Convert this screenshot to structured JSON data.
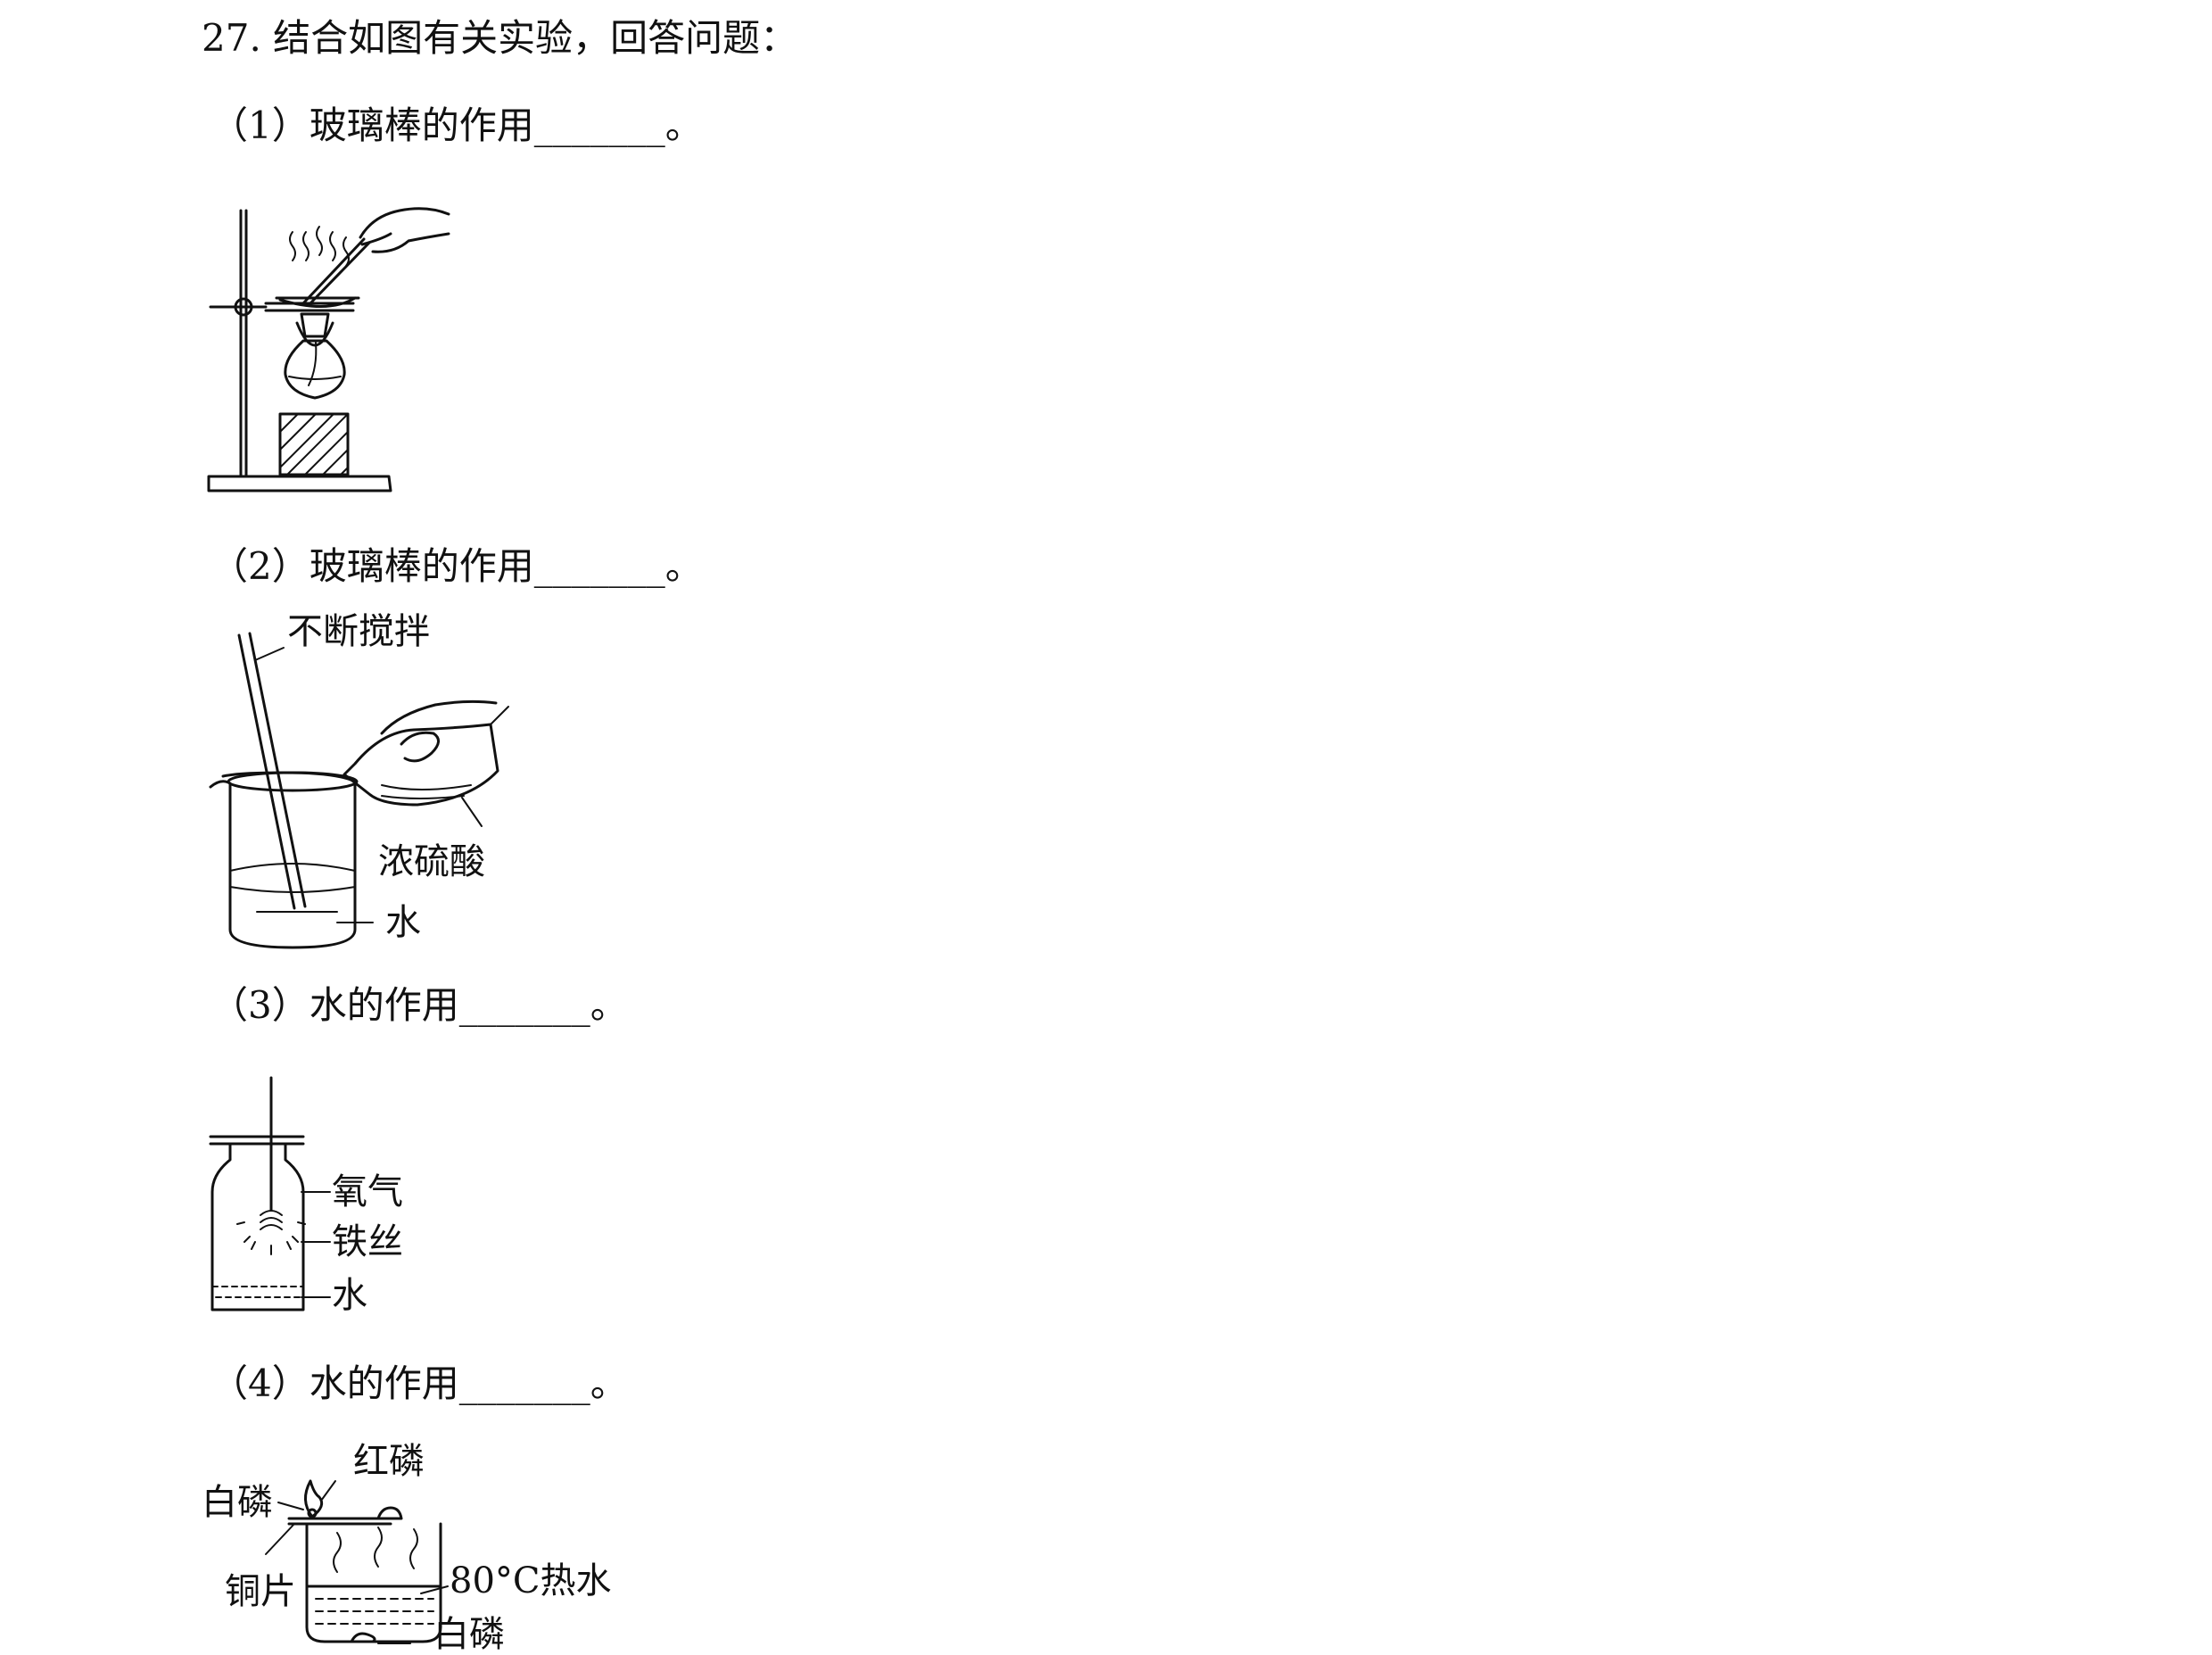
{
  "question": {
    "title": "27. 结合如图有关实验，回答问题：",
    "parts": [
      {
        "text": "（1）玻璃棒的作用_______。"
      },
      {
        "text": "（2）玻璃棒的作用_______。"
      },
      {
        "text": "（3）水的作用_______。"
      },
      {
        "text": "（4）水的作用_______。"
      }
    ]
  },
  "figures": {
    "fig2": {
      "rod_label": "不断搅拌",
      "acid_label": "浓硫酸",
      "water_label": "水"
    },
    "fig3": {
      "gas_label": "氧气",
      "wire_label": "铁丝",
      "water_label": "水"
    },
    "fig4": {
      "red_p_label": "红磷",
      "white_p_top_label": "白磷",
      "copper_label": "铜片",
      "hot_water_label": "80°C热水",
      "white_p_bottom_label": "白磷"
    }
  }
}
